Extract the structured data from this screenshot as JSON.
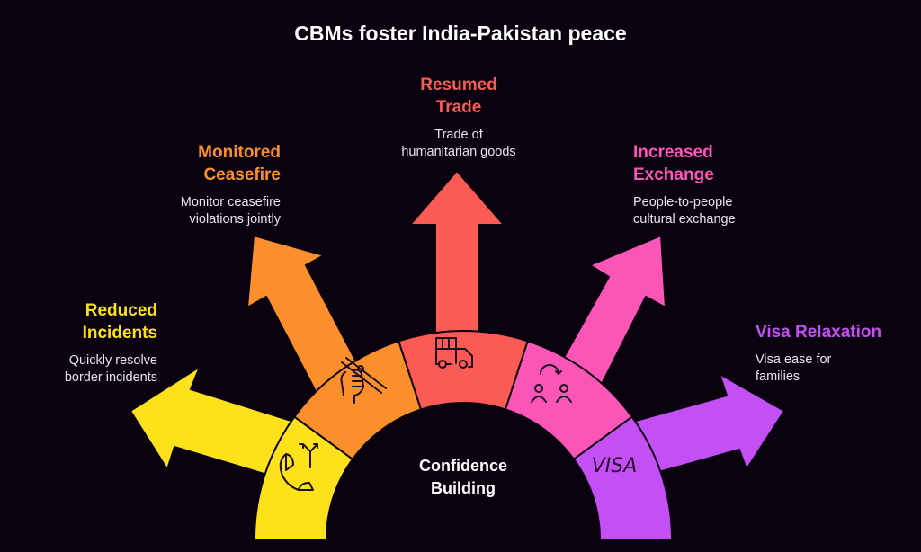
{
  "title": "CBMs foster India-Pakistan peace",
  "core": {
    "line1": "Confidence",
    "line2": "Building"
  },
  "items": [
    {
      "id": "reduced-incidents",
      "head1": "Reduced",
      "head2": "Incidents",
      "desc1": "Quickly resolve",
      "desc2": "border incidents",
      "color": "#fde21b",
      "icon": "phone-split-icon"
    },
    {
      "id": "monitored-ceasefire",
      "head1": "Monitored",
      "head2": "Ceasefire",
      "desc1": "Monitor ceasefire",
      "desc2": "violations jointly",
      "color": "#fb8f2c",
      "icon": "hand-holding-sticks-icon"
    },
    {
      "id": "resumed-trade",
      "head1": "Resumed",
      "head2": "Trade",
      "desc1": "Trade of",
      "desc2": "humanitarian goods",
      "color": "#fb5a55",
      "icon": "delivery-truck-icon"
    },
    {
      "id": "increased-exchange",
      "head1": "Increased",
      "head2": "Exchange",
      "desc1": "People-to-people",
      "desc2": "cultural exchange",
      "color": "#fb55b8",
      "icon": "people-exchange-icon"
    },
    {
      "id": "visa-relaxation",
      "head1": "Visa Relaxation",
      "head2": "",
      "desc1": "Visa ease for",
      "desc2": "families",
      "color": "#c44ff4",
      "icon": "visa-icon",
      "icon_text": "VISA"
    }
  ]
}
